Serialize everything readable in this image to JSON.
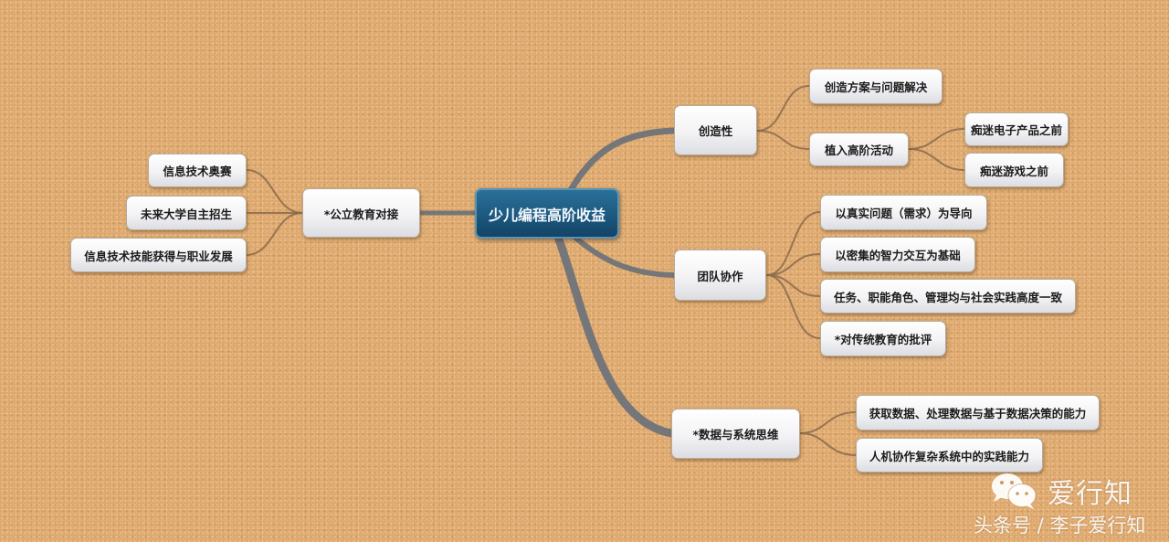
{
  "mindmap": {
    "root": {
      "label": "少儿编程高阶收益"
    },
    "left_branch": {
      "label": "*公立教育对接",
      "children": [
        {
          "label": "信息技术奥赛"
        },
        {
          "label": "未来大学自主招生"
        },
        {
          "label": "信息技术技能获得与职业发展"
        }
      ]
    },
    "creativity": {
      "label": "创造性",
      "children": [
        {
          "label": "创造方案与问题解决"
        },
        {
          "label": "植入高阶活动",
          "children": [
            {
              "label": "痴迷电子产品之前"
            },
            {
              "label": "痴迷游戏之前"
            }
          ]
        }
      ]
    },
    "teamwork": {
      "label": "团队协作",
      "children": [
        {
          "label": "以真实问题（需求）为导向"
        },
        {
          "label": "以密集的智力交互为基础"
        },
        {
          "label": "任务、职能角色、管理均与社会实践高度一致"
        },
        {
          "label": "*对传统教育的批评"
        }
      ]
    },
    "data_systems": {
      "label": "*数据与系统思维",
      "children": [
        {
          "label": "获取数据、处理数据与基于数据决策的能力"
        },
        {
          "label": "人机协作复杂系统中的实践能力"
        }
      ]
    }
  },
  "watermark": {
    "icon": "wechat-icon",
    "title": "爱行知",
    "subtitle": "头条号 / 李子爱行知"
  },
  "colors": {
    "background": "#dba56b",
    "root_fill": "#1e5b82",
    "main_link": "#6f7379",
    "sub_link": "#8a6a4c"
  }
}
